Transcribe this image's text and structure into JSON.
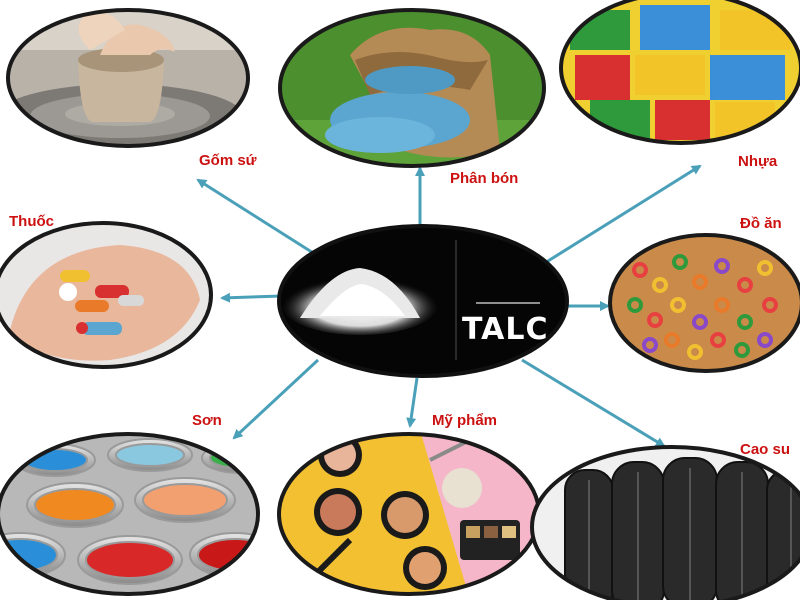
{
  "center": {
    "label": "TALC"
  },
  "nodes": [
    {
      "id": "gom-su",
      "label": "Gốm sứ",
      "image": "pottery-wheel"
    },
    {
      "id": "phan-bon",
      "label": "Phân bón",
      "image": "fertilizer-sack"
    },
    {
      "id": "nhua",
      "label": "Nhựa",
      "image": "plastic-bricks"
    },
    {
      "id": "thuoc",
      "label": "Thuốc",
      "image": "pills-in-hand"
    },
    {
      "id": "do-an",
      "label": "Đồ ăn",
      "image": "cereal-rings"
    },
    {
      "id": "son",
      "label": "Sơn",
      "image": "paint-cans"
    },
    {
      "id": "my-pham",
      "label": "Mỹ phẩm",
      "image": "cosmetics"
    },
    {
      "id": "cao-su",
      "label": "Cao su",
      "image": "tires"
    }
  ],
  "colors": {
    "arrow": "#4aa0b8",
    "label": "#cc1111",
    "ellipse-border": "#1a1a1a"
  }
}
